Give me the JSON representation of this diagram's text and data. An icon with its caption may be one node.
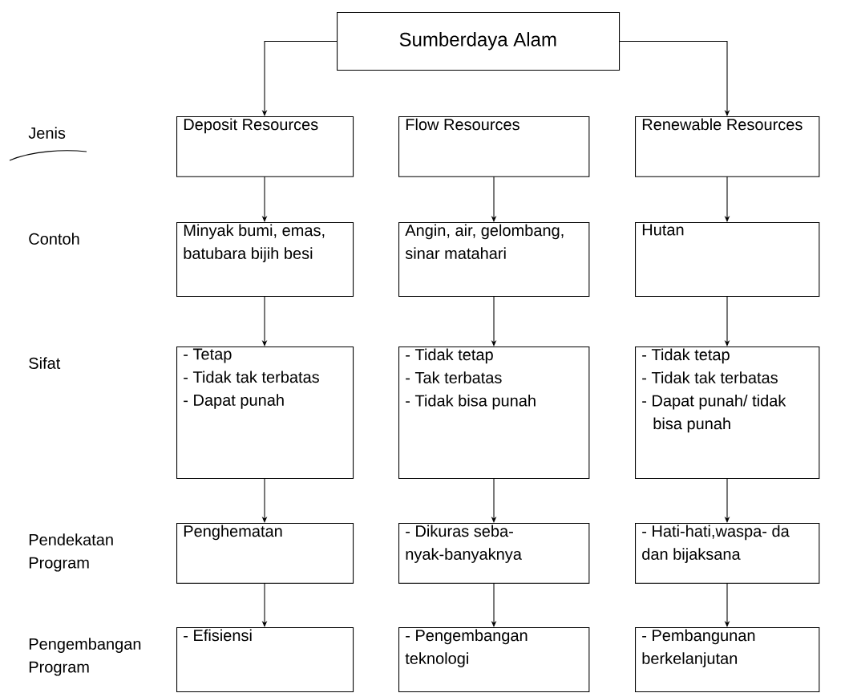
{
  "diagram": {
    "nodes": [
      {
        "text": [
          "Sumberdaya Alam"
        ]
      },
      {
        "text": [
          "Deposit Resources"
        ]
      },
      {
        "text": [
          "Flow Resources"
        ]
      },
      {
        "text": [
          "Renewable Resources"
        ]
      },
      {
        "text": [
          "Minyak bumi, emas, batubara bijih besi"
        ]
      },
      {
        "text": [
          "Angin, air, gelombang, sinar matahari"
        ]
      },
      {
        "text": [
          "Hutan"
        ]
      },
      {
        "text": [
          "- Tetap",
          "- Tidak tak terbatas",
          "- Dapat punah"
        ]
      },
      {
        "text": [
          "- Tidak tetap",
          "- Tak terbatas",
          "- Tidak bisa punah"
        ]
      },
      {
        "text": [
          "- Tidak tetap",
          "- Tidak tak terbatas",
          "- Dapat punah/ tidak bisa punah"
        ]
      },
      {
        "text": [
          "Penghematan"
        ]
      },
      {
        "text": [
          "- Dikuras seba- nyak-banyaknya"
        ]
      },
      {
        "text": [
          "- Hati-hati,waspa- da dan bijaksana"
        ]
      },
      {
        "text": [
          "- Efisiensi"
        ]
      },
      {
        "text": [
          "- Pengembangan teknologi"
        ]
      },
      {
        "text": [
          "- Pembangunan berkelanjutan"
        ]
      }
    ],
    "edges": [
      {
        "from": 0,
        "to": 1,
        "arrow": "to"
      },
      {
        "from": 0,
        "to": 3,
        "arrow": "to"
      },
      {
        "from": 1,
        "to": 4,
        "arrow": "to"
      },
      {
        "from": 2,
        "to": 5,
        "arrow": "to"
      },
      {
        "from": 3,
        "to": 6,
        "arrow": "to"
      },
      {
        "from": 4,
        "to": 7,
        "arrow": "to"
      },
      {
        "from": 5,
        "to": 8,
        "arrow": "to"
      },
      {
        "from": 6,
        "to": 9,
        "arrow": "to"
      },
      {
        "from": 7,
        "to": 10,
        "arrow": "to"
      },
      {
        "from": 8,
        "to": 11,
        "arrow": "to"
      },
      {
        "from": 9,
        "to": 12,
        "arrow": "to"
      },
      {
        "from": 10,
        "to": 13,
        "arrow": "to"
      },
      {
        "from": 11,
        "to": 14,
        "arrow": "to"
      },
      {
        "from": 12,
        "to": 15,
        "arrow": "to"
      }
    ],
    "labels": [
      "Jenis",
      "Contoh",
      "Sifat",
      "Pendekatan Program",
      "Pengembangan Program"
    ]
  }
}
